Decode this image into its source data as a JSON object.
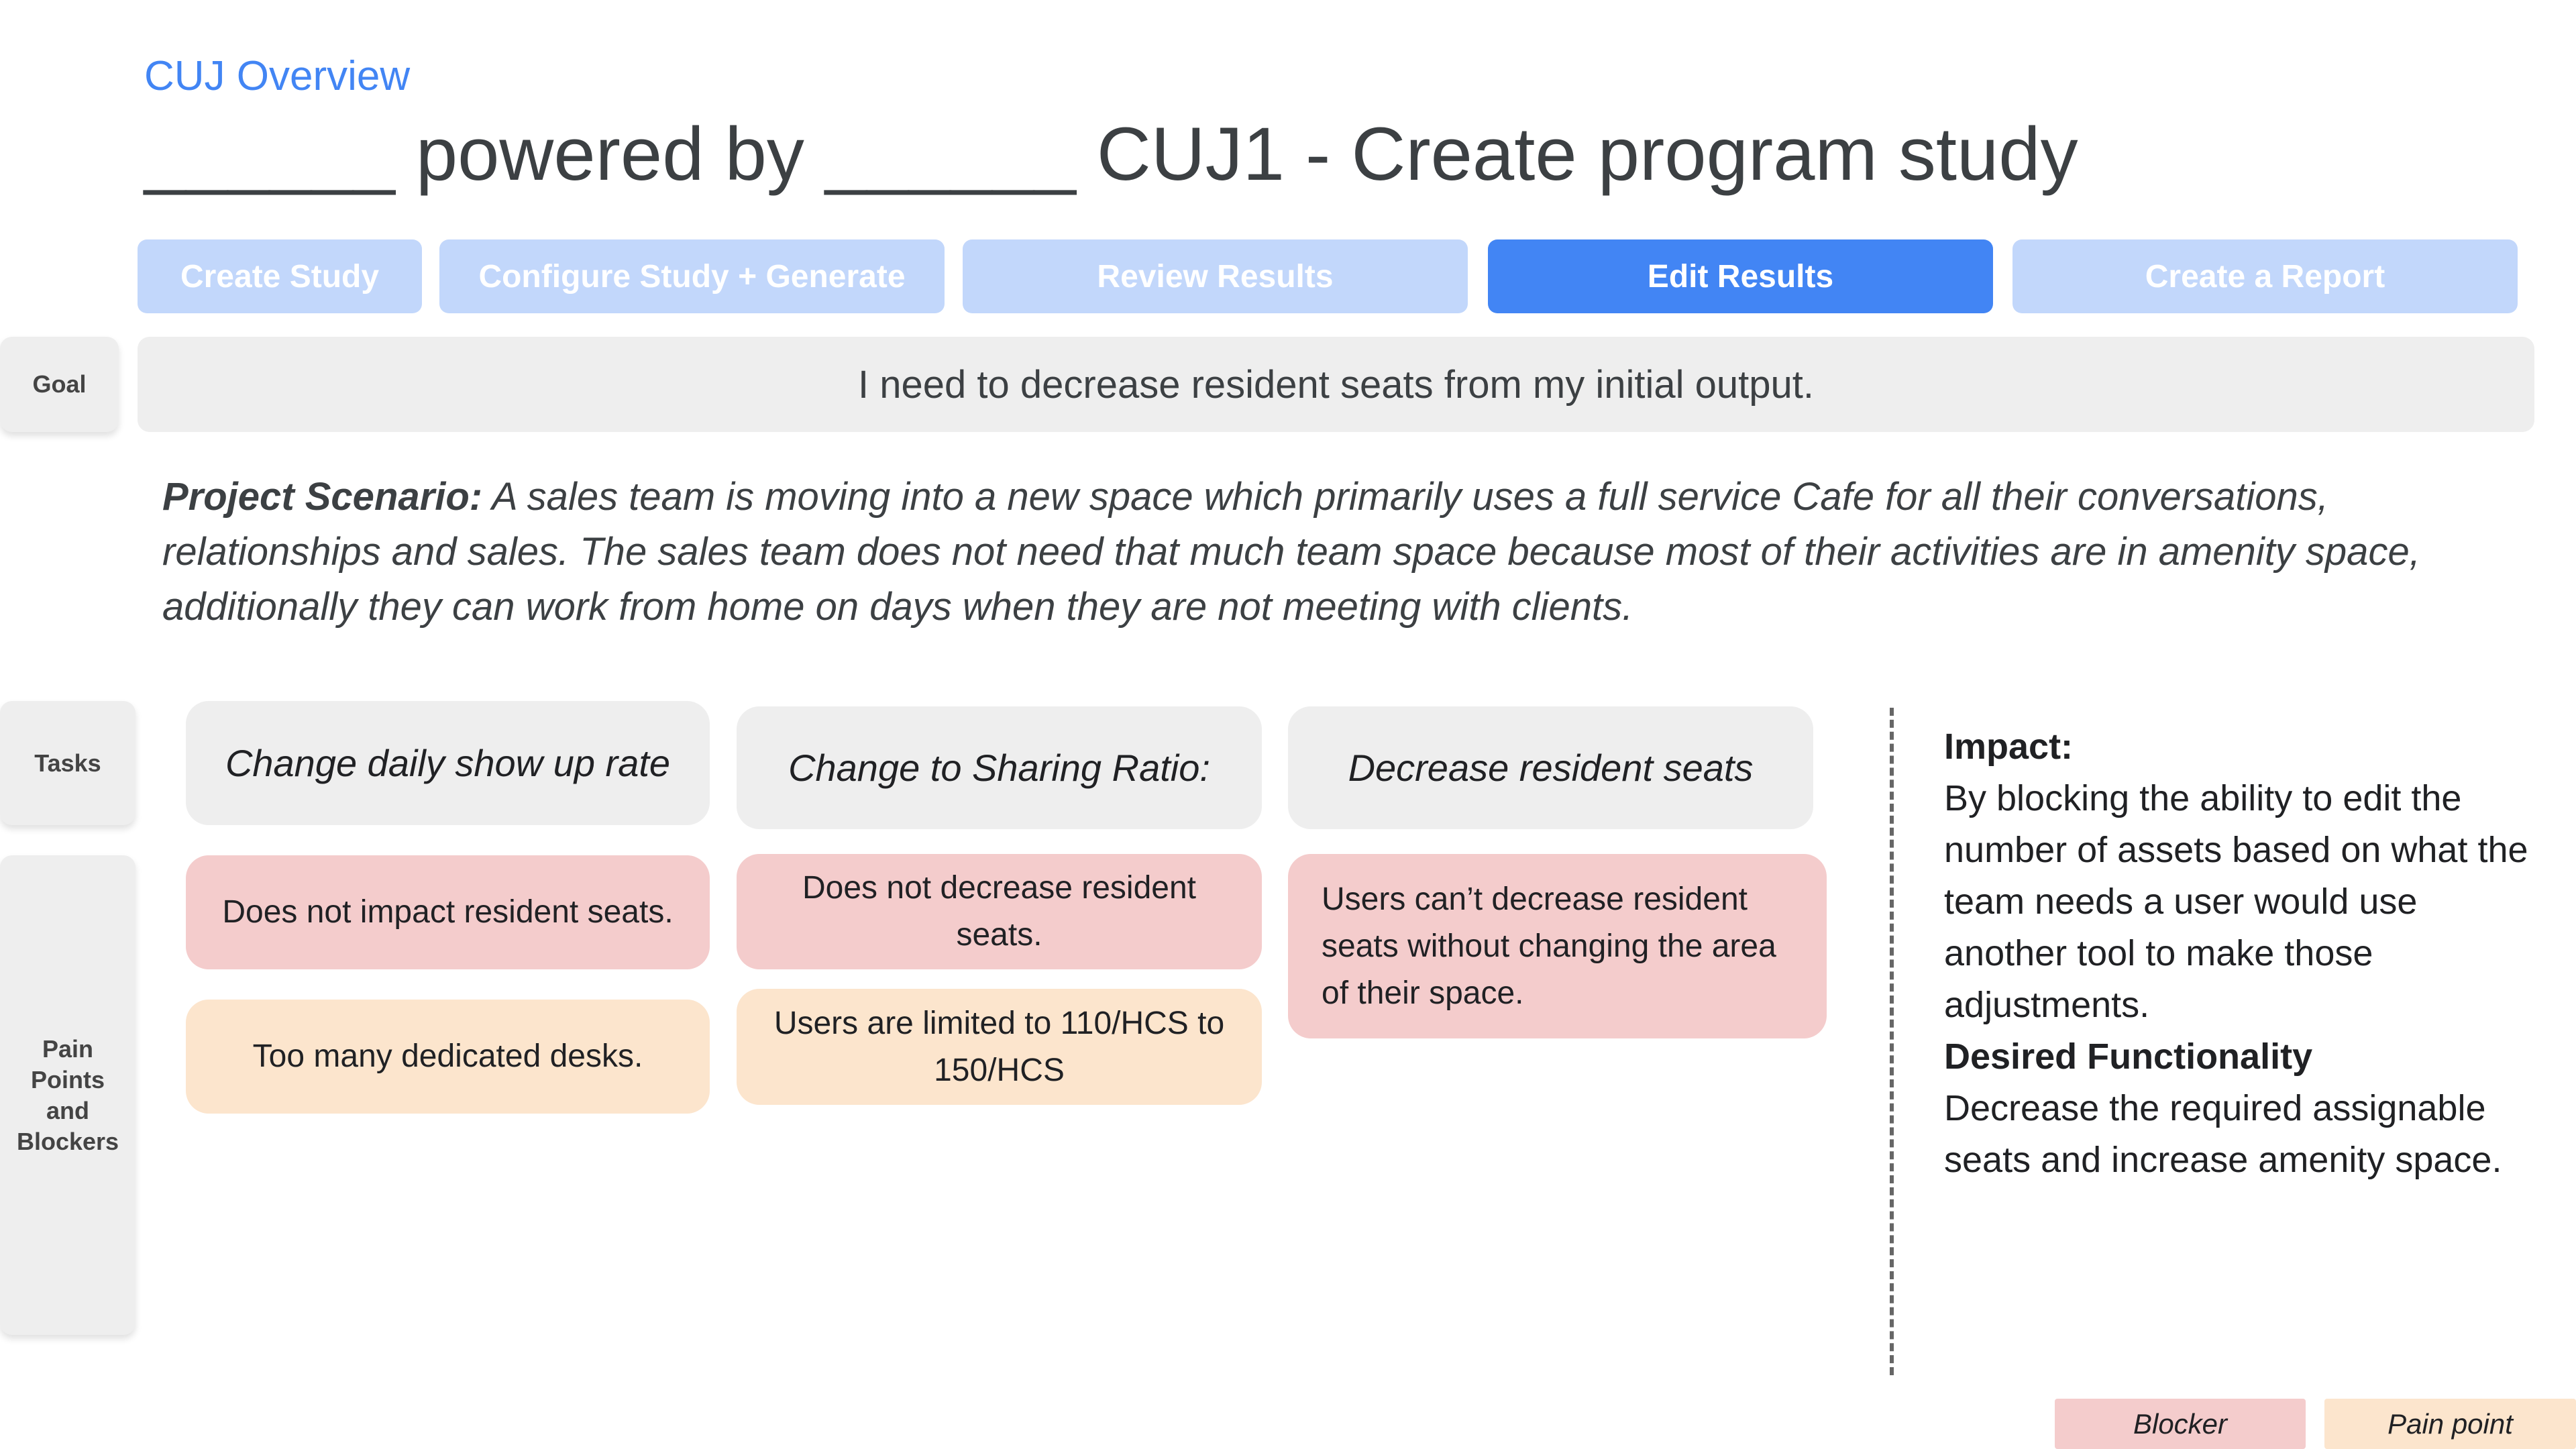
{
  "header": {
    "label": "CUJ Overview",
    "title": "______ powered by ______ CUJ1 - Create program study"
  },
  "steps": [
    {
      "label": "Create Study",
      "active": false
    },
    {
      "label": "Configure Study + Generate",
      "active": false
    },
    {
      "label": "Review Results",
      "active": false
    },
    {
      "label": "Edit Results",
      "active": true
    },
    {
      "label": "Create a Report",
      "active": false
    }
  ],
  "goal": {
    "label": "Goal",
    "text": "I need to decrease resident seats from my initial output."
  },
  "scenario": {
    "lead": "Project Scenario:",
    "text": " A sales team is moving into a new space which primarily uses a full service Cafe for all their conversations, relationships and sales. The sales team does not need that much team space because most of their activities are in amenity space, additionally they can work from home on days when they are not meeting with clients."
  },
  "tasks": {
    "label": "Tasks",
    "items": [
      "Change daily show up rate",
      "Change to Sharing Ratio:",
      "Decrease resident seats"
    ]
  },
  "pain_points": {
    "label": "Pain Points and Blockers",
    "columns": [
      {
        "blocker": "Does not impact resident seats.",
        "pain": "Too many dedicated desks."
      },
      {
        "blocker": "Does not decrease resident seats.",
        "pain": "Users are limited to 110/HCS to 150/HCS"
      },
      {
        "blocker": "Users can’t decrease resident seats without changing the area of their space."
      }
    ]
  },
  "impact": {
    "heading": "Impact:",
    "text": "By blocking the ability to edit the number of assets based on what the team needs a user would use another tool to make those adjustments.",
    "desired_heading": "Desired Functionality",
    "desired_text": "Decrease the required assignable seats and increase amenity space."
  },
  "legend": {
    "blocker": "Blocker",
    "pain": "Pain point"
  },
  "colors": {
    "accent": "#4285f4",
    "step_inactive": "#c2d7fb",
    "blocker": "#f4cccc",
    "pain_point": "#fce5cd",
    "neutral_box": "#eeeeee"
  }
}
